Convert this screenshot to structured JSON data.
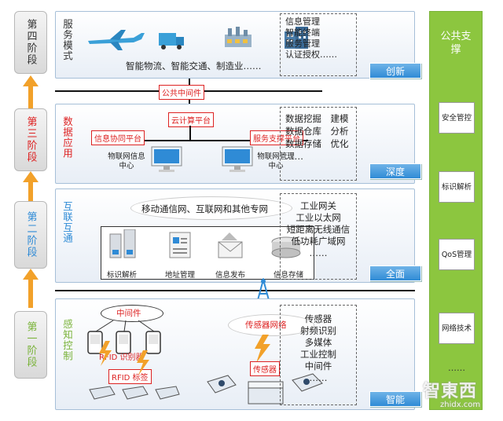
{
  "stages": [
    "第四阶段",
    "第三阶段",
    "第二阶段",
    "第一阶段"
  ],
  "layers": {
    "service": {
      "title": "服务模式",
      "subtitle": "智能物流、智能交通、制造业……",
      "items": [
        "信息管理",
        "智能终端",
        "服务管理",
        "认证授权……"
      ],
      "tag": "创新"
    },
    "data": {
      "title": "数据应用",
      "cloud_platform": "云计算平台",
      "coop_platform": "信息协同平台",
      "support_platform": "服务支撑平台",
      "info_center": "物联网信息中心",
      "mgmt_center": "物联网管理中心",
      "items": [
        "数据挖掘　建模",
        "数据仓库　分析",
        "数据存储　优化",
        "……"
      ],
      "tag": "深度"
    },
    "network": {
      "title": "互联互通",
      "cloud_text": "移动通信网、互联网和其他专网",
      "apps": [
        "标识解析",
        "地址管理",
        "信息发布",
        "信息存储"
      ],
      "items": [
        "工业网关",
        "工业以太网",
        "短距离无线通信",
        "低功耗广域网",
        "……"
      ],
      "tag": "全面"
    },
    "sense": {
      "title": "感知控制",
      "middleware": "中间件",
      "rfid_reader": "RFID 识别器",
      "rfid_tag": "RFID 标签",
      "sensor_net": "传感器网络",
      "sensor": "传感器",
      "items": [
        "传感器",
        "射频识别",
        "多媒体",
        "工业控制",
        "中间件",
        "……"
      ],
      "tag": "智能"
    }
  },
  "public_middleware": "公共中间件",
  "public_support": {
    "title": "公共支撑",
    "items": [
      "安全管控",
      "标识解析",
      "QoS管理",
      "网络技术",
      "……"
    ]
  },
  "watermark": {
    "main": "智東西",
    "sub": "zhidx.com"
  },
  "colors": {
    "accent_blue": "#2f8bd6",
    "red": "#d22222",
    "green": "#8cc63f",
    "orange": "#f2a12a"
  }
}
